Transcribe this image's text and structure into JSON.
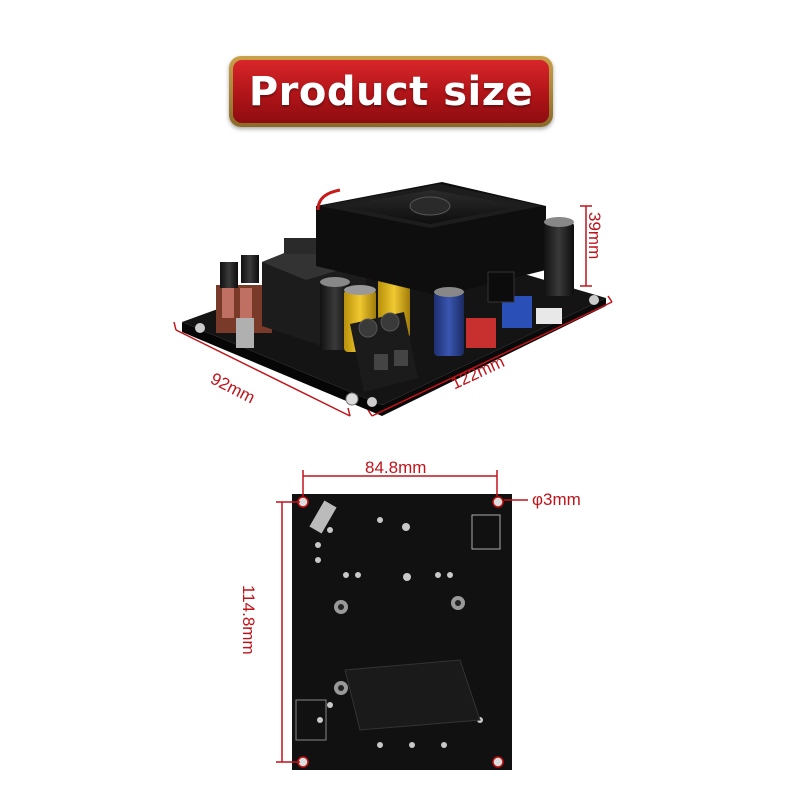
{
  "title": "Product size",
  "dimensions": {
    "length": "122mm",
    "width": "92mm",
    "height": "39mm",
    "hole_spacing_horizontal": "84.8mm",
    "hole_spacing_vertical": "114.8mm",
    "hole_diameter": "φ3mm"
  },
  "colors": {
    "banner_red": "#c0151a",
    "banner_gold": "#b8944a",
    "dimension_red": "#c0141a",
    "board_black": "#111111"
  }
}
